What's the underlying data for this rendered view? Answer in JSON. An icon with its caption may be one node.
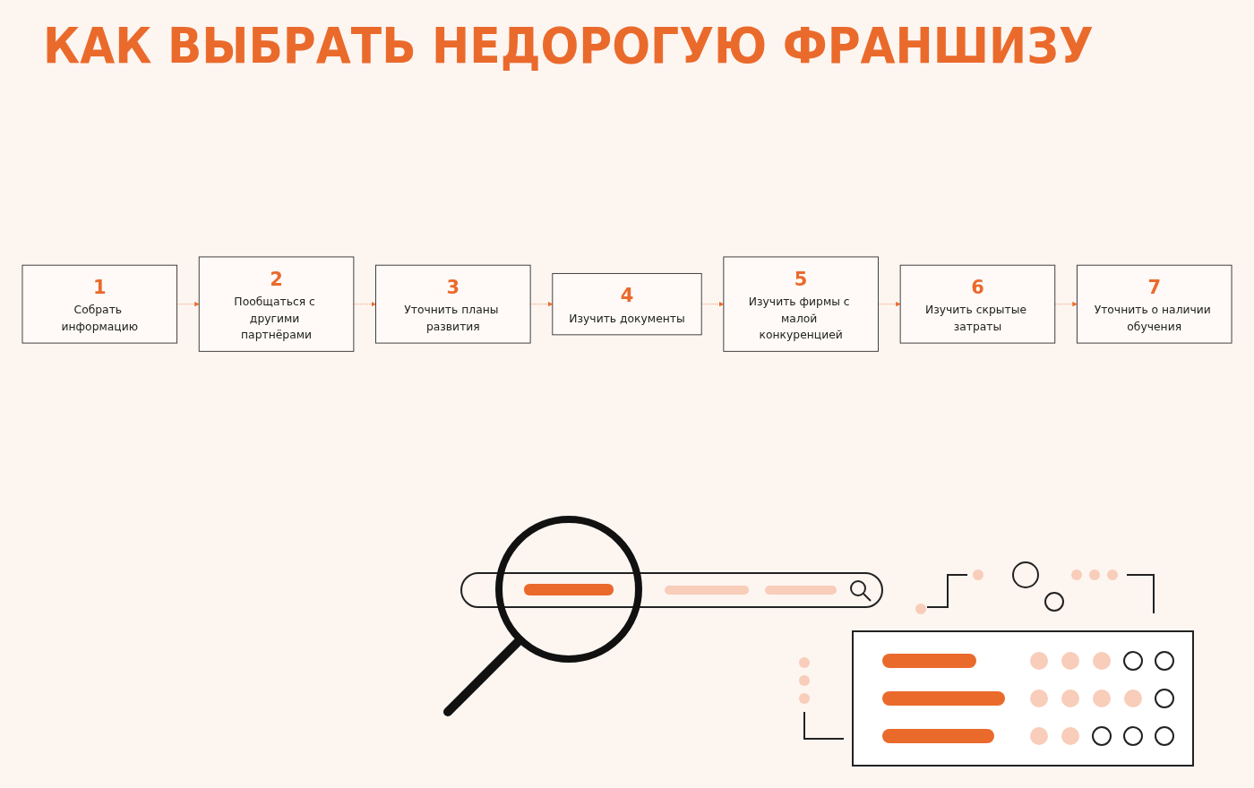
{
  "diagram": {
    "title": "КАК ВЫБРАТЬ НЕДОРОГУЮ ФРАНШИЗУ",
    "nodes": [
      {
        "text": [
          "1",
          "Собрать информацию"
        ]
      },
      {
        "text": [
          "2",
          "Пообщаться с другими партнёрами"
        ]
      },
      {
        "text": [
          "3",
          "Уточнить планы развития"
        ]
      },
      {
        "text": [
          "4",
          "Изучить документы"
        ]
      },
      {
        "text": [
          "5",
          "Изучить фирмы с малой конкуренцией"
        ]
      },
      {
        "text": [
          "6",
          "Изучить скрытые затраты"
        ]
      },
      {
        "text": [
          "7",
          "Уточнить о наличии обучения"
        ]
      }
    ],
    "edges": [
      {
        "from": 0,
        "to": 1,
        "arrow": "to",
        "style": "dashed"
      },
      {
        "from": 1,
        "to": 2,
        "arrow": "to",
        "style": "dashed"
      },
      {
        "from": 2,
        "to": 3,
        "arrow": "to",
        "style": "dashed"
      },
      {
        "from": 3,
        "to": 4,
        "arrow": "to",
        "style": "dashed"
      },
      {
        "from": 4,
        "to": 5,
        "arrow": "to",
        "style": "dashed"
      },
      {
        "from": 5,
        "to": 6,
        "arrow": "to",
        "style": "dashed"
      }
    ]
  }
}
